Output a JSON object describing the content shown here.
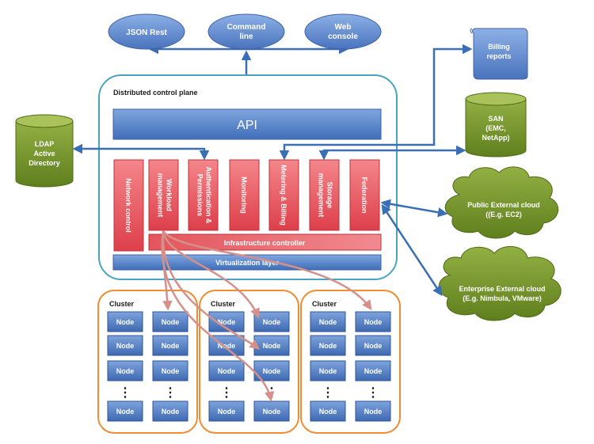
{
  "clients": [
    "JSON Rest",
    "Command line",
    "Web console"
  ],
  "control_plane": {
    "title": "Distributed control plane",
    "api": "API",
    "modules": [
      "Network control",
      "Workload management",
      "Authentication & Permissions",
      "Monitoring",
      "Metering & Billing",
      "Storage management",
      "Federation"
    ],
    "infrastructure": "Infrastructure controller",
    "virtualization": "Virtualization layer"
  },
  "external": {
    "ldap": "LDAP Active Directory",
    "billing": "Billing reports",
    "san": "SAN (EMC, NetApp)",
    "public_cloud": "Public External cloud ((E.g. EC2)",
    "enterprise_cloud": "Enterprise External cloud (E.g. Nimbula, VMware)"
  },
  "clusters": [
    {
      "title": "Cluster",
      "node": "Node",
      "ellipsis": "⋮"
    },
    {
      "title": "Cluster",
      "node": "Node",
      "ellipsis": "⋮"
    },
    {
      "title": "Cluster",
      "node": "Node",
      "ellipsis": "⋮"
    }
  ],
  "colors": {
    "oval": "#5a7cc0",
    "plane_border": "#4aa3c0",
    "api_blue": "#4f81bd",
    "module_red": "#e8515a",
    "green": "#6e8f2a",
    "cluster_orange": "#f28c32",
    "arrow_blue": "#3b6fb5",
    "arrow_pink": "#d6908a"
  }
}
